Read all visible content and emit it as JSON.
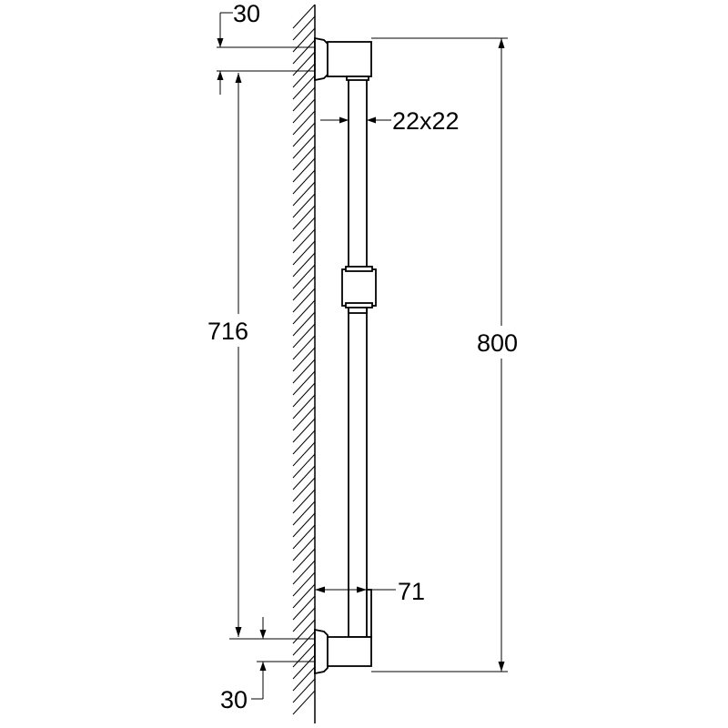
{
  "dimensions": {
    "top_offset": "30",
    "profile": "22x22",
    "bracket_spacing": "716",
    "total_length": "800",
    "depth": "71",
    "bottom_offset": "30"
  }
}
